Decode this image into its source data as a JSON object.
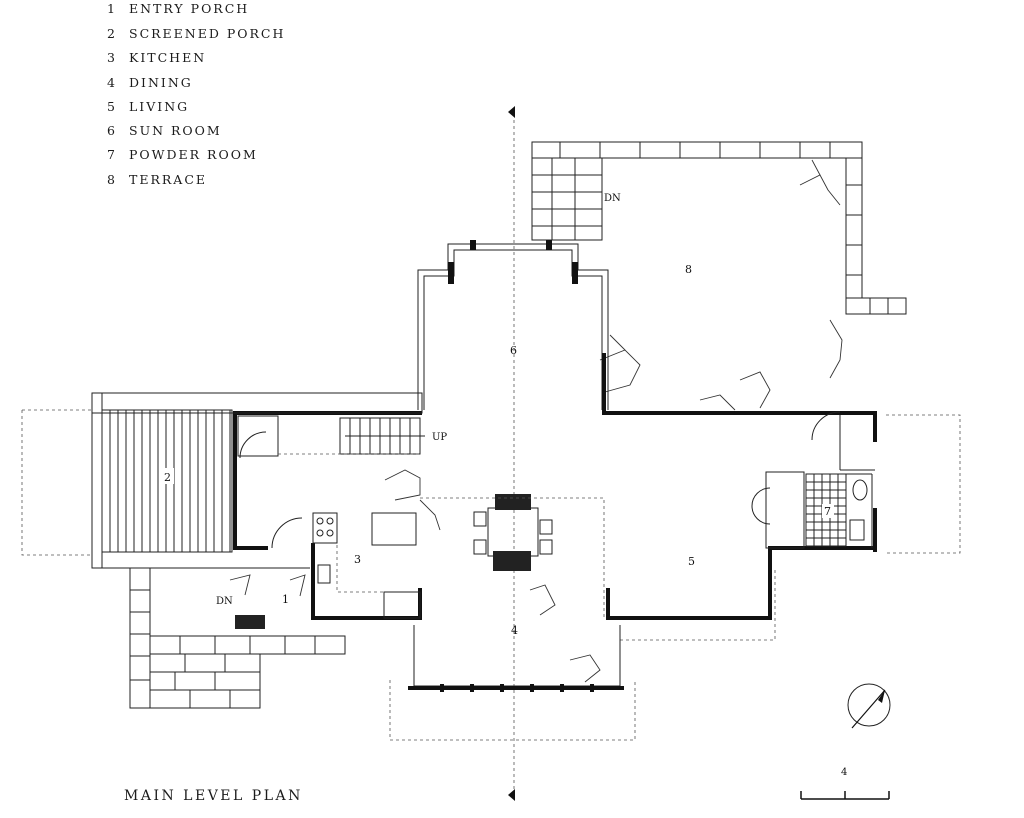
{
  "legend": [
    {
      "num": "1",
      "name": "ENTRY PORCH"
    },
    {
      "num": "2",
      "name": "SCREENED PORCH"
    },
    {
      "num": "3",
      "name": "KITCHEN"
    },
    {
      "num": "4",
      "name": "DINING"
    },
    {
      "num": "5",
      "name": "LIVING"
    },
    {
      "num": "6",
      "name": "SUN ROOM"
    },
    {
      "num": "7",
      "name": "POWDER ROOM"
    },
    {
      "num": "8",
      "name": "TERRACE"
    }
  ],
  "room_labels": {
    "entry_porch": "1",
    "screened_porch": "2",
    "kitchen": "3",
    "dining": "4",
    "living": "5",
    "sun_room": "6",
    "powder_room": "7",
    "terrace": "8"
  },
  "stair_labels": {
    "up": "UP",
    "terrace_down": "DN",
    "entry_down": "DN"
  },
  "scale_label": "4",
  "title": "MAIN LEVEL PLAN"
}
